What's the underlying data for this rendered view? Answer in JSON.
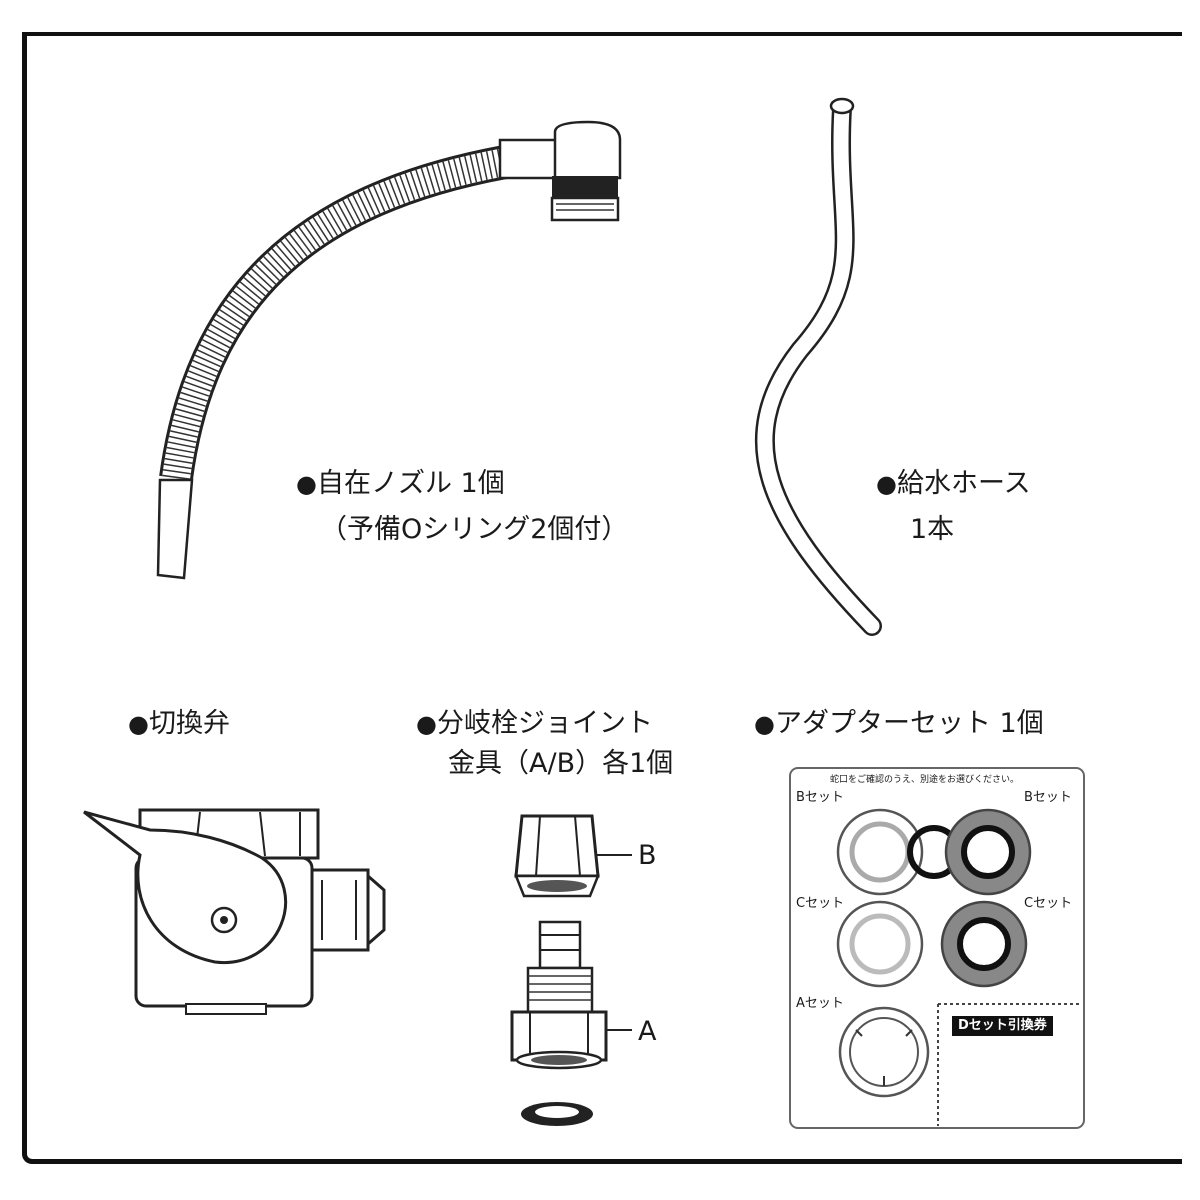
{
  "bullet": "●",
  "nozzle": {
    "title": "自在ノズル 1個",
    "note": "（予備Oシリング2個付）"
  },
  "hose": {
    "title": "給水ホース",
    "count": "1本"
  },
  "valve": {
    "title": "切換弁"
  },
  "joint": {
    "title": "分岐栓ジョイント",
    "subtitle": "金具（A/B）各1個",
    "label_b": "B",
    "label_a": "A"
  },
  "adapter": {
    "title": "アダプターセット 1個",
    "card_note": "蛇口をご確認のうえ、別途をお選びください。",
    "b_left": "Bセット",
    "b_right": "Bセット",
    "c_left": "Cセット",
    "c_right": "Cセット",
    "a_left": "Aセット",
    "d_ticket": "Dセット引換券"
  }
}
